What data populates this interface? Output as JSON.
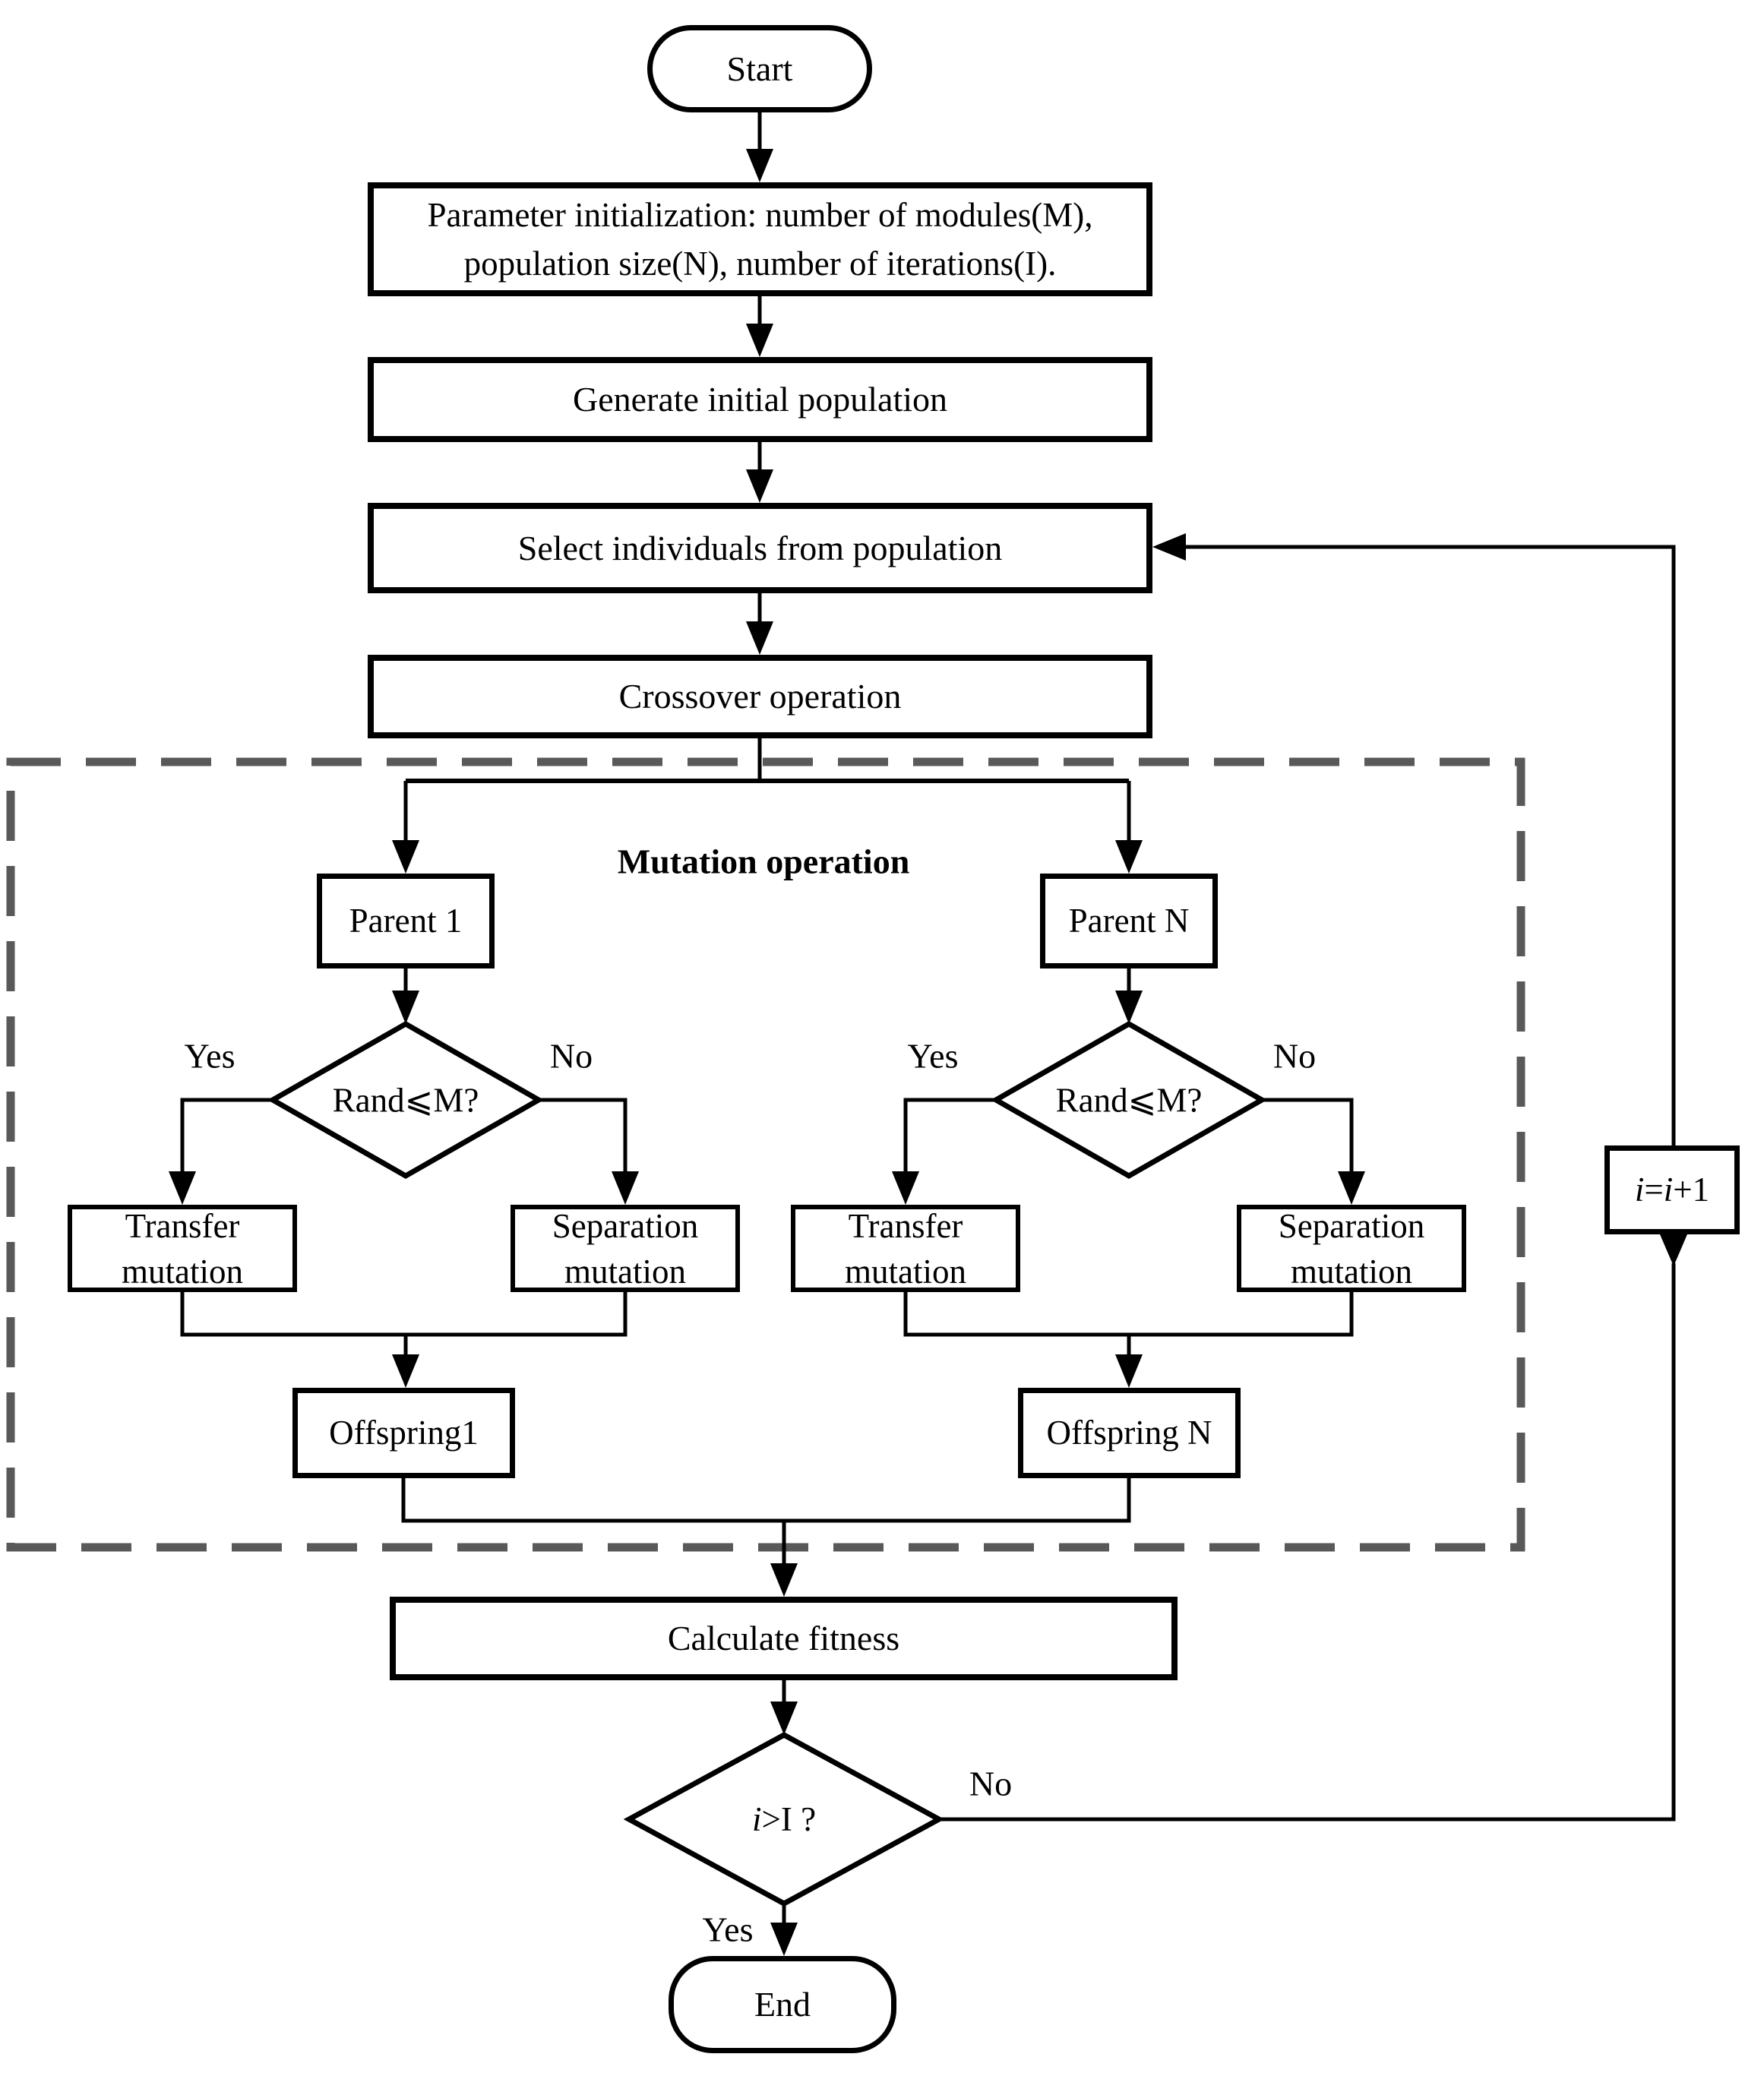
{
  "flowchart": {
    "colors": {
      "line": "#000000",
      "dashed_box_border": "#595959",
      "background": "#ffffff"
    },
    "nodes": {
      "start": {
        "label": "Start"
      },
      "parameter_init": {
        "line1": "Parameter initialization: number of modules(M),",
        "line2": "population size(N), number of iterations(I)."
      },
      "generate_population": {
        "label": "Generate initial population"
      },
      "select_individuals": {
        "label": "Select individuals from population"
      },
      "crossover": {
        "label": "Crossover operation"
      },
      "mutation_group": {
        "label": "Mutation operation"
      },
      "parent_1": {
        "label": "Parent 1"
      },
      "parent_n": {
        "label": "Parent N"
      },
      "rand_condition": {
        "label": "Rand⩽M?"
      },
      "transfer_mutation": {
        "line1": "Transfer",
        "line2": "mutation"
      },
      "separation_mutation": {
        "line1": "Separation",
        "line2": "mutation"
      },
      "offspring_1": {
        "label": "Offspring1"
      },
      "offspring_n": {
        "label": "Offspring N"
      },
      "calculate_fitness": {
        "label": "Calculate fitness"
      },
      "iteration_condition": {
        "i": "i",
        "rest": ">I ?"
      },
      "increment": {
        "i1": "i",
        "eq": "=",
        "i2": "i",
        "tail": "+1"
      },
      "end": {
        "label": "End"
      }
    },
    "edge_labels": {
      "yes": "Yes",
      "no": "No"
    }
  }
}
